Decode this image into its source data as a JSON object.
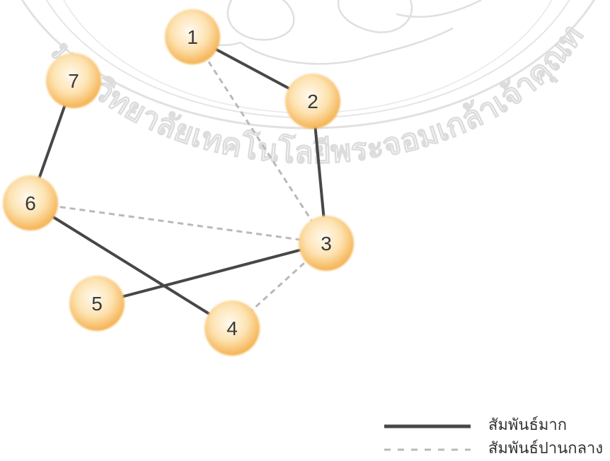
{
  "watermark": {
    "text": "มหาวิทยาลัยเทคโนโลยีพระจอมเกล้าเจ้าคุณทหารลาดกระบัง"
  },
  "colors": {
    "strong": "#474747",
    "medium": "#b9b9b9",
    "node_center": "#fffaf0",
    "node_mid": "#fde2b0",
    "node_edge": "#f5b251"
  },
  "nodes": [
    {
      "id": "1",
      "label": "1"
    },
    {
      "id": "2",
      "label": "2"
    },
    {
      "id": "3",
      "label": "3"
    },
    {
      "id": "4",
      "label": "4"
    },
    {
      "id": "5",
      "label": "5"
    },
    {
      "id": "6",
      "label": "6"
    },
    {
      "id": "7",
      "label": "7"
    }
  ],
  "edges": [
    {
      "from": "1",
      "to": "2",
      "strength": "strong"
    },
    {
      "from": "2",
      "to": "3",
      "strength": "strong"
    },
    {
      "from": "7",
      "to": "6",
      "strength": "strong"
    },
    {
      "from": "6",
      "to": "4",
      "strength": "strong"
    },
    {
      "from": "5",
      "to": "3",
      "strength": "strong"
    },
    {
      "from": "1",
      "to": "3",
      "strength": "medium"
    },
    {
      "from": "6",
      "to": "3",
      "strength": "medium"
    },
    {
      "from": "3",
      "to": "4",
      "strength": "medium"
    }
  ],
  "legend": {
    "strong_label": "สัมพันธ์มาก",
    "medium_label": "สัมพันธ์ปานกลาง"
  }
}
